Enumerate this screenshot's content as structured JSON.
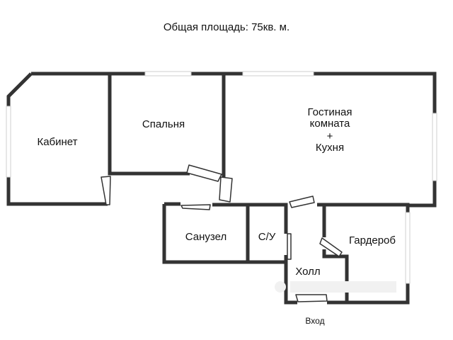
{
  "plan": {
    "title": "Общая площадь: 75кв. м.",
    "rooms": {
      "cabinet": "Кабинет",
      "bedroom": "Спальня",
      "living_line1": "Гостиная",
      "living_line2": "комната",
      "living_plus": "+",
      "living_line3": "Кухня",
      "bathroom": "Санузел",
      "wc": "С/У",
      "wardrobe": "Гардероб",
      "hall": "Холл"
    },
    "entrance": "Вход"
  },
  "colors": {
    "wall": "#333333",
    "window": "#d8d8d8",
    "background": "#ffffff"
  }
}
